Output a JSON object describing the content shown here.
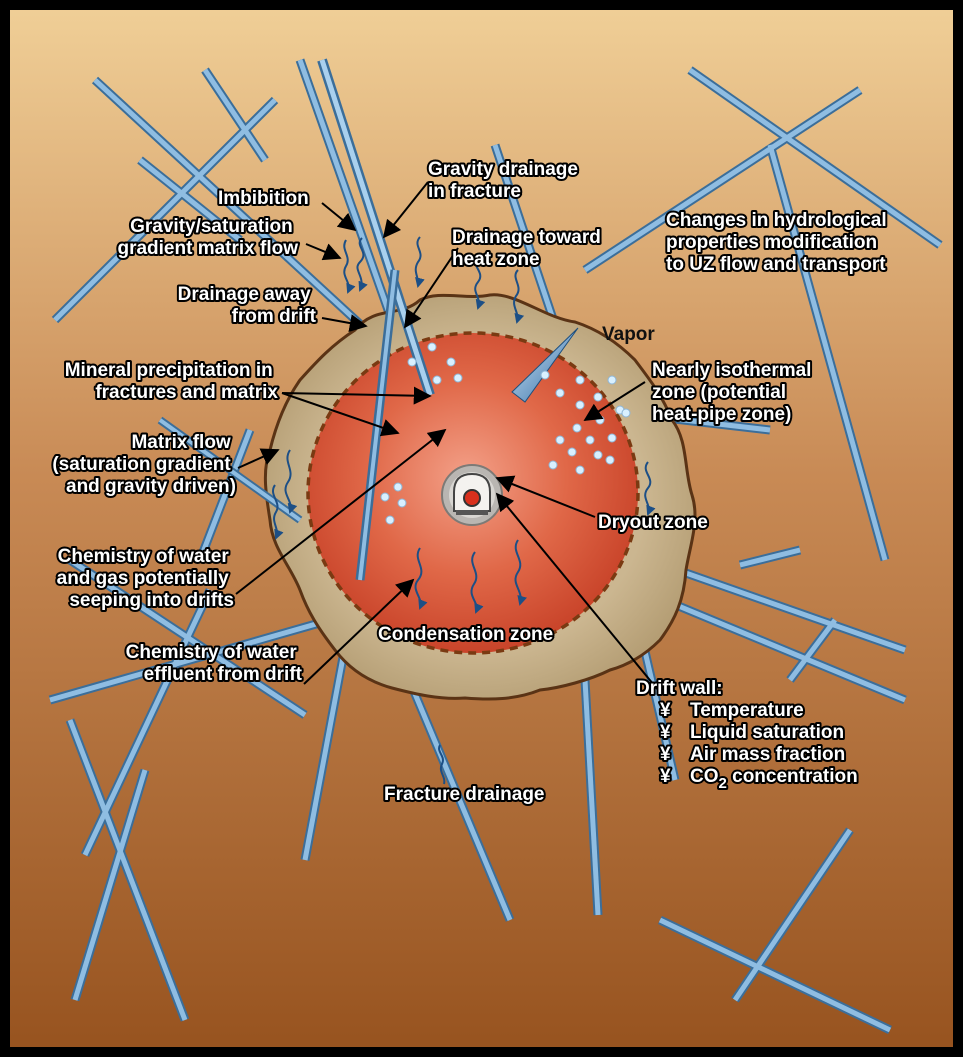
{
  "colors": {
    "background_top": "#f0cf97",
    "background_bottom": "#97531f",
    "frame": "#000000",
    "fracture": "#7aa9d2",
    "fracture_light": "#c9e2f4",
    "altered_zone": "#c6b48e",
    "hot_zone_center": "#ee7e64",
    "hot_zone_edge": "#cf4a2c",
    "boundary_dash": "#7a3a12",
    "bubble": "#d9f0ff",
    "flow_arrow": "#1c4f86"
  },
  "labels": {
    "imbibition": "Imbibition",
    "gravity_matrix": [
      "Gravity/saturation",
      "gradient matrix flow"
    ],
    "gravity_fracture": [
      "Gravity drainage",
      "in fracture"
    ],
    "drainage_toward": [
      "Drainage toward",
      "heat zone"
    ],
    "changes": [
      "Changes in hydrological",
      "properties modification",
      "to UZ flow and transport"
    ],
    "drainage_away": [
      "Drainage away",
      "from drift"
    ],
    "vapor": "Vapor",
    "mineral": [
      "Mineral precipitation in",
      "fractures and matrix"
    ],
    "isothermal": [
      "Nearly isothermal",
      "zone (potential",
      "heat-pipe zone)"
    ],
    "matrix_flow": [
      "Matrix flow",
      "(saturation gradient",
      "and gravity driven)"
    ],
    "dryout": "Dryout zone",
    "chem_seep": [
      "Chemistry of water",
      "and gas potentially",
      "seeping into drifts"
    ],
    "condensation": "Condensation zone",
    "chem_effluent": [
      "Chemistry of water",
      "effluent from drift"
    ],
    "drift_wall_title": "Drift wall:",
    "drift_wall_bullet": "¥",
    "drift_wall_items": [
      "Temperature",
      "Liquid saturation",
      "Air mass fraction"
    ],
    "co2_prefix": "CO",
    "co2_sub": "2",
    "co2_suffix": " concentration",
    "fracture_drainage": "Fracture drainage"
  }
}
